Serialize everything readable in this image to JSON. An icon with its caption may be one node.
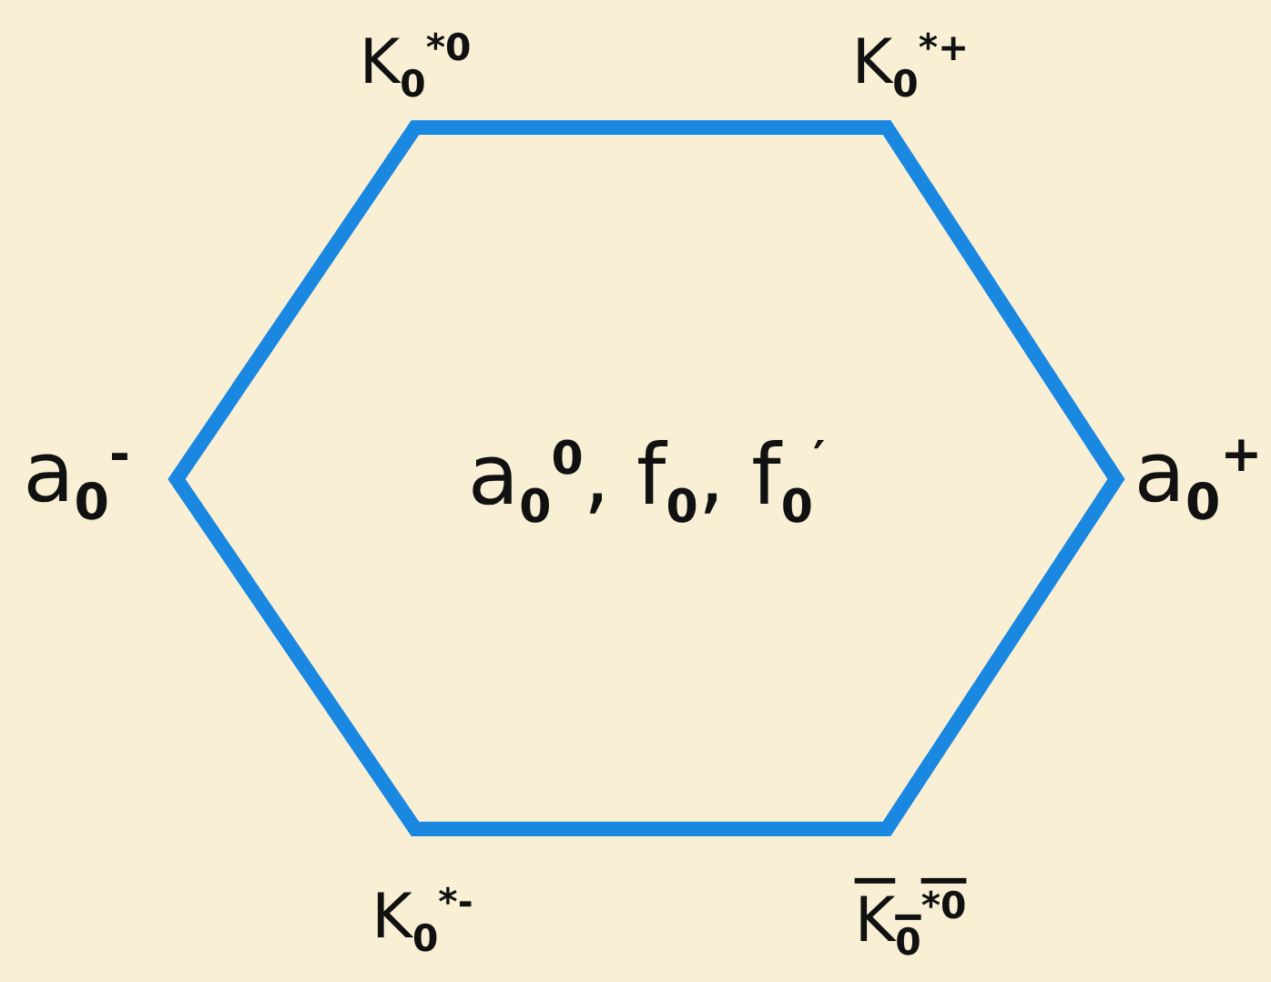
{
  "diagram": {
    "nodes": [
      {
        "text": [
          "a$_{0}$$^{0}$, f$_{0}$, f$_{0}$$^{′}$"
        ]
      }
    ],
    "labels": [
      "K$_{0}$$^{*0}$",
      "K$_{0}$$^{*+}$",
      "a$_{0}$$^{-}$",
      "a$_{0}$$^{+}$",
      "K$_{0}$$^{*-}$",
      "K$_{0}$$^{*0}$"
    ]
  }
}
